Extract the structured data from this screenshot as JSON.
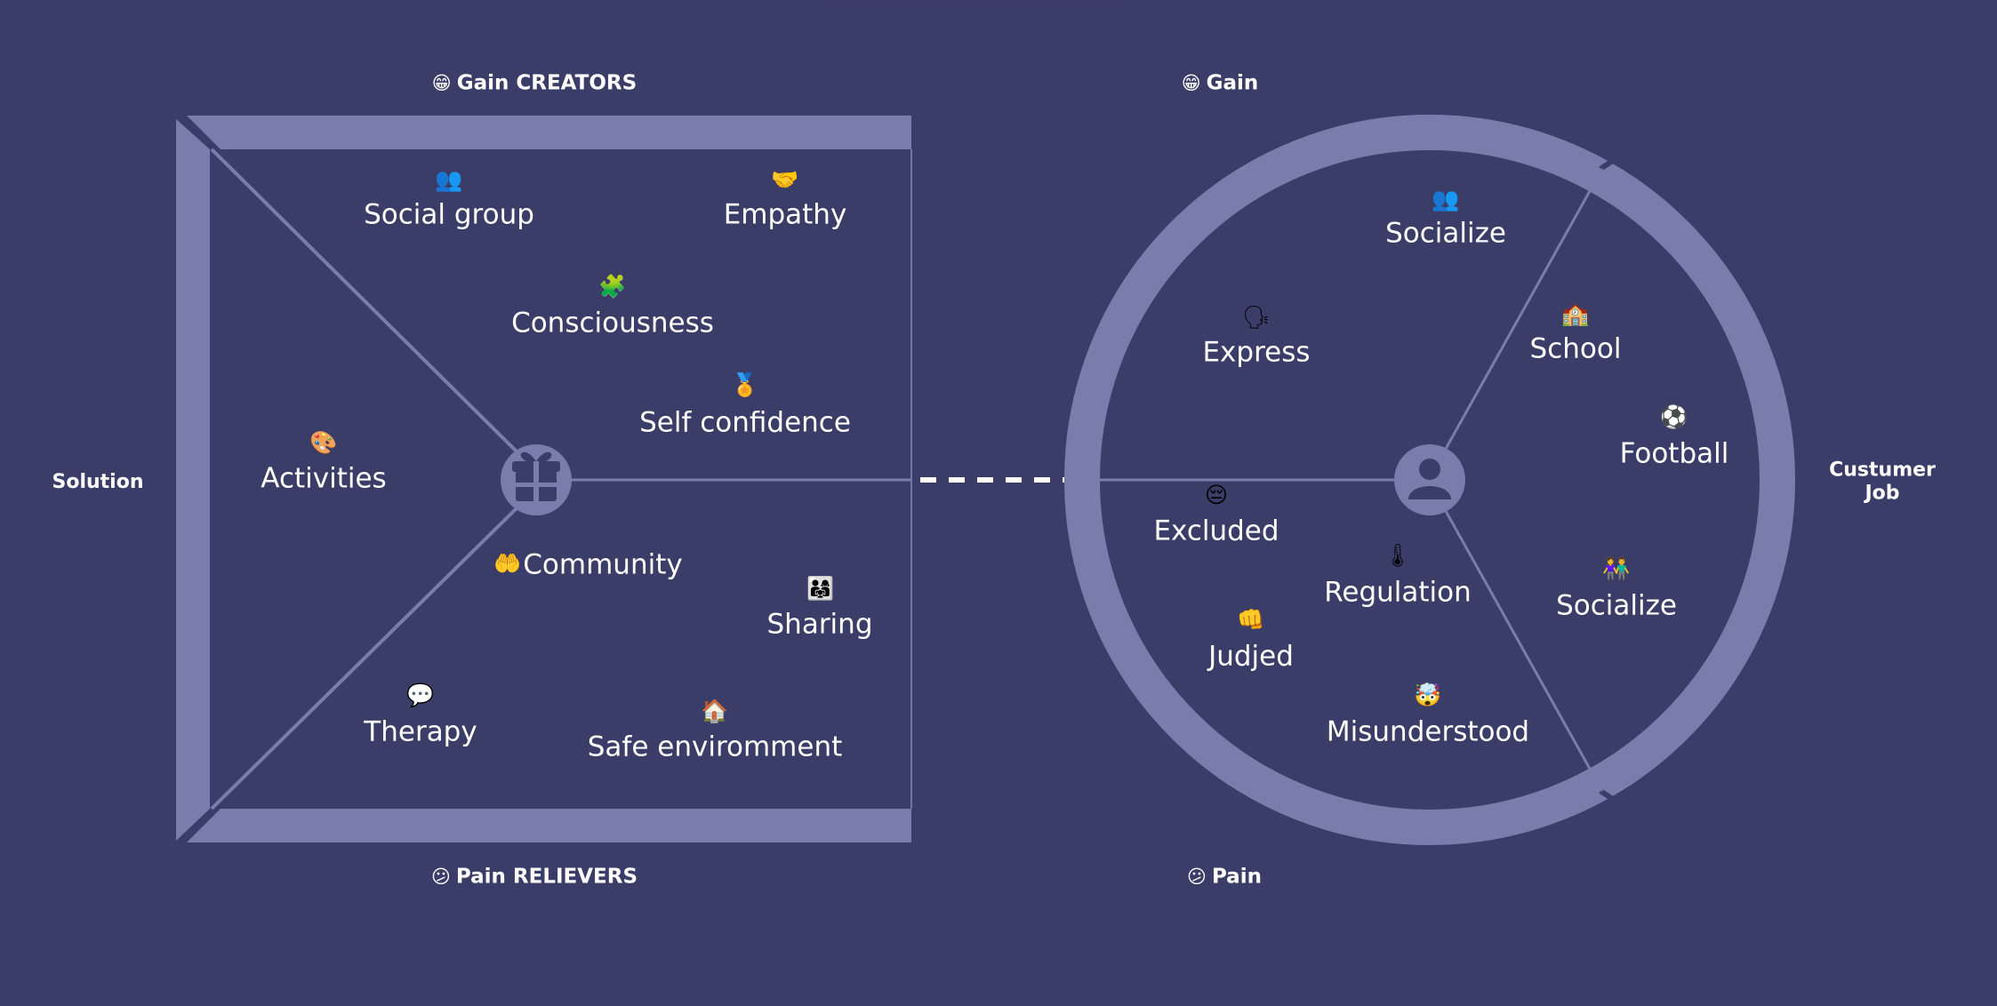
{
  "colors": {
    "background": "#3b3d69",
    "frame": "#7a7dac",
    "text": "#ffffff"
  },
  "sections": {
    "gain_creators": {
      "emoji": "😁",
      "label": "Gain CREATORS"
    },
    "pain_relievers": {
      "emoji": "😕",
      "label": "Pain RELIEVERS"
    },
    "gain": {
      "emoji": "😁",
      "label": "Gain"
    },
    "pain": {
      "emoji": "😕",
      "label": "Pain"
    }
  },
  "side_labels": {
    "solution": "Solution",
    "customer_job_line1": "Custumer",
    "customer_job_line2": "Job"
  },
  "center_icons": {
    "square": "gift-icon",
    "circle": "user-icon"
  },
  "value_map": {
    "gain_creators": [
      {
        "label": "Social group",
        "emoji": "👥"
      },
      {
        "label": "Empathy",
        "emoji": "🤝"
      },
      {
        "label": "Consciousness",
        "emoji": "🧩"
      },
      {
        "label": "Self confidence",
        "emoji": "🏅"
      }
    ],
    "products": [
      {
        "label": "Activities",
        "emoji": "🎨"
      }
    ],
    "pain_relievers": [
      {
        "label": "Community",
        "emoji": "🤲"
      },
      {
        "label": "Sharing",
        "emoji": "👨‍👩‍👧"
      },
      {
        "label": "Therapy",
        "emoji": "💬"
      },
      {
        "label": "Safe enviromment",
        "emoji": "🏠"
      }
    ]
  },
  "customer_profile": {
    "gains": [
      {
        "label": "Socialize",
        "emoji": "👥"
      },
      {
        "label": "Express",
        "emoji": "🗣"
      }
    ],
    "jobs": [
      {
        "label": "School",
        "emoji": "🏫"
      },
      {
        "label": "Football",
        "emoji": "⚽"
      },
      {
        "label": "Socialize",
        "emoji": "👫"
      }
    ],
    "pains": [
      {
        "label": "Excluded",
        "emoji": "😔"
      },
      {
        "label": "Regulation",
        "emoji": "🌡"
      },
      {
        "label": "Judjed",
        "emoji": "👊"
      },
      {
        "label": "Misunderstood",
        "emoji": "🤯"
      }
    ]
  }
}
